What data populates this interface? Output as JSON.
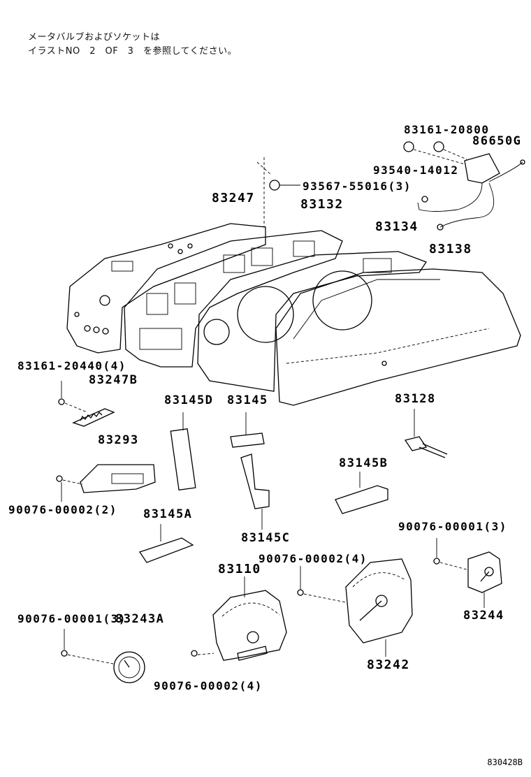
{
  "notes": {
    "line1": "メータバルブおよびソケットは",
    "line2": "イラストNO　2　OF　3　を参照してください。"
  },
  "parts": {
    "p83161_20800": "83161-20800",
    "p86650G": "86650G",
    "p93540_14012": "93540-14012",
    "p93567_55016": "93567-55016(3)",
    "p83247": "83247",
    "p83132": "83132",
    "p83134": "83134",
    "p83138": "83138",
    "p83161_20440": "83161-20440(4)",
    "p83247B": "83247B",
    "p83145D": "83145D",
    "p83145": "83145",
    "p83128": "83128",
    "p83293": "83293",
    "p83145B": "83145B",
    "p90076_00002_2": "90076-00002(2)",
    "p83145A": "83145A",
    "p83145C": "83145C",
    "p90076_00001_3a": "90076-00001(3)",
    "p90076_00002_4a": "90076-00002(4)",
    "p83110": "83110",
    "p83244": "83244",
    "p90076_00001_3b": "90076-00001(3)",
    "p83243A": "83243A",
    "p83242": "83242",
    "p90076_00002_4b": "90076-00002(4)"
  },
  "footer": "830428B"
}
